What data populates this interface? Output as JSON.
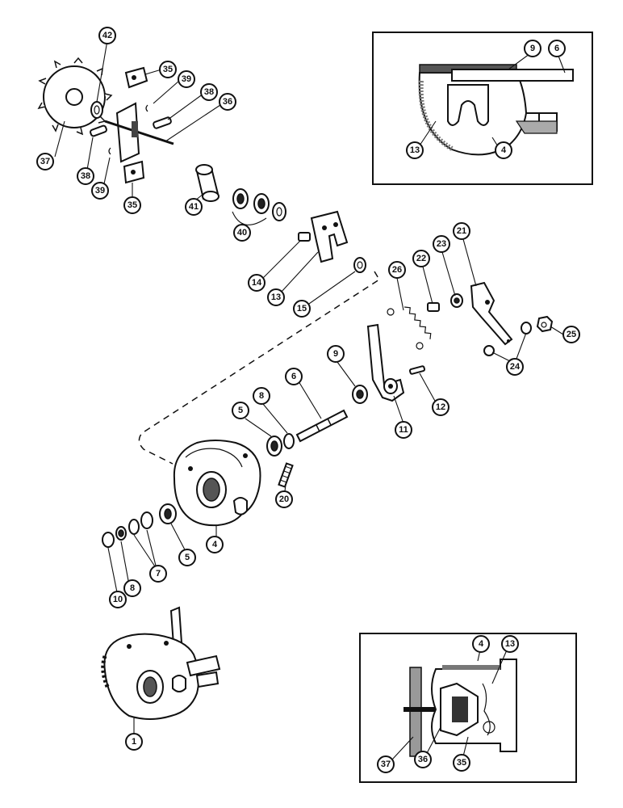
{
  "callouts": {
    "c42": "42",
    "c35a": "35",
    "c39a": "39",
    "c38a": "38",
    "c36": "36",
    "c37": "37",
    "c38b": "38",
    "c39b": "39",
    "c35b": "35",
    "c41": "41",
    "c40": "40",
    "c14": "14",
    "c13": "13",
    "c15": "15",
    "c26": "26",
    "c22": "22",
    "c23": "23",
    "c21": "21",
    "c25": "25",
    "c24": "24",
    "c12": "12",
    "c11": "11",
    "c9": "9",
    "c6": "6",
    "c5a": "5",
    "c8a": "8",
    "c20": "20",
    "c4": "4",
    "c5b": "5",
    "c7": "7",
    "c8b": "8",
    "c10": "10",
    "c1": "1"
  },
  "inset_top": {
    "c9": "9",
    "c6": "6",
    "c13": "13",
    "c4": "4"
  },
  "inset_bottom": {
    "c4": "4",
    "c13": "13",
    "c37": "37",
    "c36": "36",
    "c35": "35"
  }
}
